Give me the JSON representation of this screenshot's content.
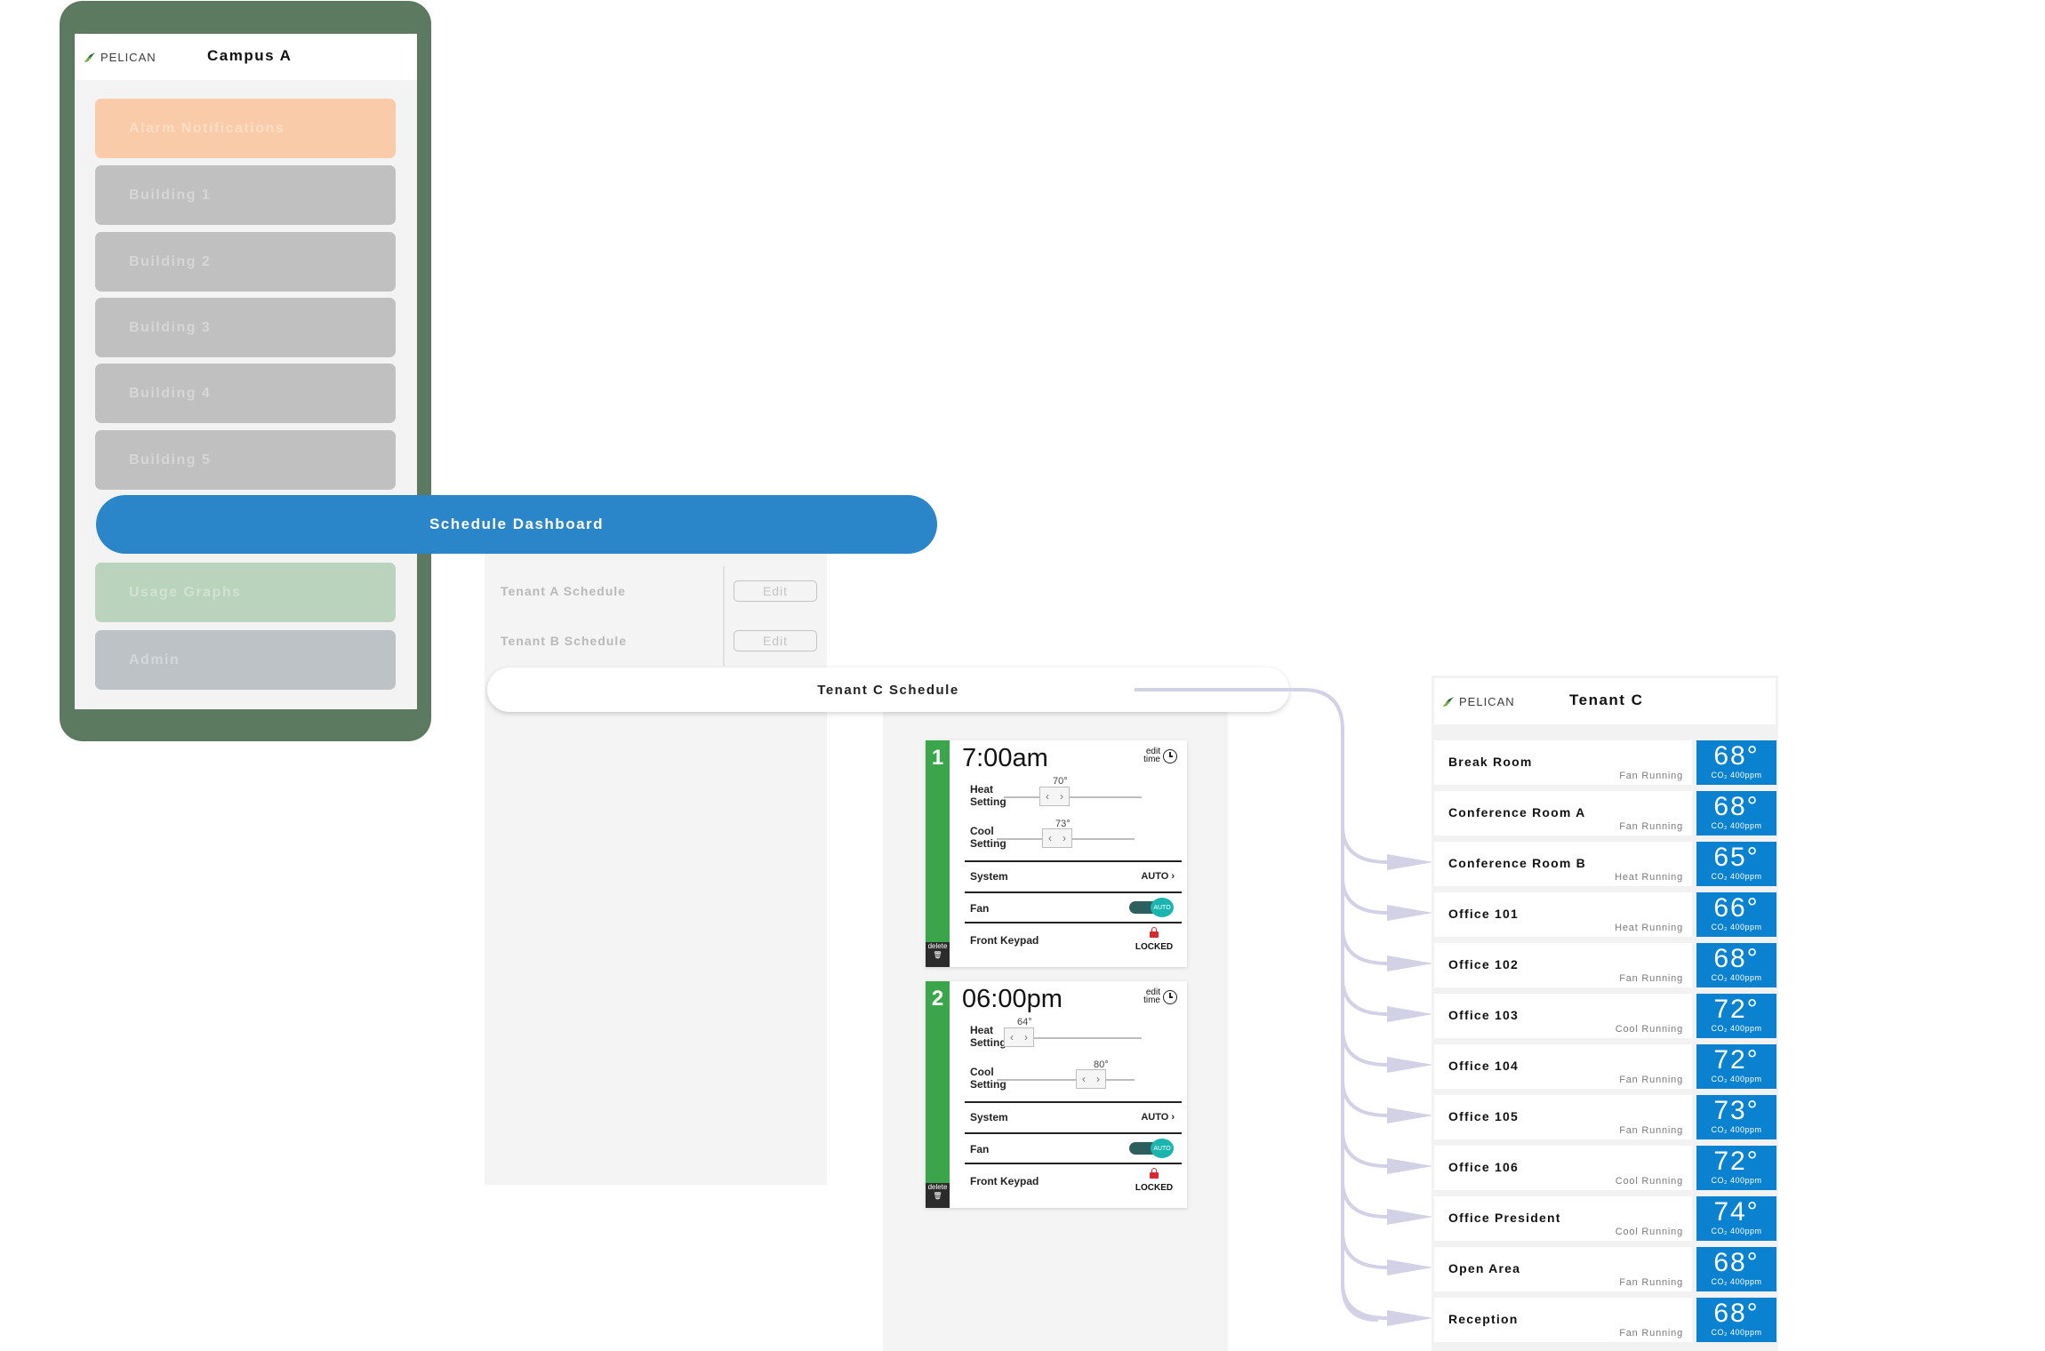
{
  "campus_app": {
    "brand": "PELICAN",
    "title": "Campus A",
    "menu": [
      {
        "label": "Alarm Notifications",
        "color": "#f9cba8"
      },
      {
        "label": "Building 1",
        "color": "#c0c0c0"
      },
      {
        "label": "Building 2",
        "color": "#c0c0c0"
      },
      {
        "label": "Building 3",
        "color": "#c0c0c0"
      },
      {
        "label": "Building 4",
        "color": "#c0c0c0"
      },
      {
        "label": "Building 5",
        "color": "#c0c0c0"
      },
      {
        "label": "Usage Graphs",
        "color": "#b9d3bc"
      },
      {
        "label": "Admin",
        "color": "#bcc2c5"
      }
    ],
    "schedule_dashboard_label": "Schedule Dashboard"
  },
  "schedule_dashboard": {
    "tenants": [
      {
        "label": "Tenant A Schedule",
        "edit_label": "Edit"
      },
      {
        "label": "Tenant B Schedule",
        "edit_label": "Edit"
      }
    ],
    "selected_tenant": "Tenant C Schedule"
  },
  "schedule_events": [
    {
      "number": "1",
      "time": "7:00am",
      "edit_time_label": "edit time",
      "heat_label": "Heat Setting",
      "heat_value": "70°",
      "cool_label": "Cool Setting",
      "cool_value": "73°",
      "system_label": "System",
      "system_value": "AUTO ›",
      "fan_label": "Fan",
      "fan_value": "AUTO",
      "keypad_label": "Front Keypad",
      "keypad_value": "LOCKED",
      "delete_label": "delete"
    },
    {
      "number": "2",
      "time": "06:00pm",
      "edit_time_label": "edit time",
      "heat_label": "Heat Setting",
      "heat_value": "64°",
      "cool_label": "Cool Setting",
      "cool_value": "80°",
      "system_label": "System",
      "system_value": "AUTO ›",
      "fan_label": "Fan",
      "fan_value": "AUTO",
      "keypad_label": "Front Keypad",
      "keypad_value": "LOCKED",
      "delete_label": "delete"
    }
  ],
  "tenant_c_app": {
    "brand": "PELICAN",
    "title": "Tenant C",
    "rooms": [
      {
        "name": "Break Room",
        "status": "Fan Running",
        "temp": "68°",
        "co2": "CO₂ 400ppm"
      },
      {
        "name": "Conference Room A",
        "status": "Fan Running",
        "temp": "68°",
        "co2": "CO₂ 400ppm"
      },
      {
        "name": "Conference Room B",
        "status": "Heat Running",
        "temp": "65°",
        "co2": "CO₂ 400ppm"
      },
      {
        "name": "Office 101",
        "status": "Heat Running",
        "temp": "66°",
        "co2": "CO₂ 400ppm"
      },
      {
        "name": "Office 102",
        "status": "Fan Running",
        "temp": "68°",
        "co2": "CO₂ 400ppm"
      },
      {
        "name": "Office 103",
        "status": "Cool Running",
        "temp": "72°",
        "co2": "CO₂ 400ppm"
      },
      {
        "name": "Office 104",
        "status": "Fan Running",
        "temp": "72°",
        "co2": "CO₂ 400ppm"
      },
      {
        "name": "Office 105",
        "status": "Fan Running",
        "temp": "73°",
        "co2": "CO₂ 400ppm"
      },
      {
        "name": "Office 106",
        "status": "Cool Running",
        "temp": "72°",
        "co2": "CO₂ 400ppm"
      },
      {
        "name": "Office President",
        "status": "Cool Running",
        "temp": "74°",
        "co2": "CO₂ 400ppm"
      },
      {
        "name": "Open Area",
        "status": "Fan Running",
        "temp": "68°",
        "co2": "CO₂ 400ppm"
      },
      {
        "name": "Reception",
        "status": "Fan Running",
        "temp": "68°",
        "co2": "CO₂ 400ppm"
      }
    ]
  },
  "colors": {
    "phone_frame": "#5b7a5f",
    "primary_blue": "#2a86c8",
    "temp_blue": "#0a82d0",
    "event_green": "#3aa54a",
    "connector": "#d3d1e6"
  }
}
